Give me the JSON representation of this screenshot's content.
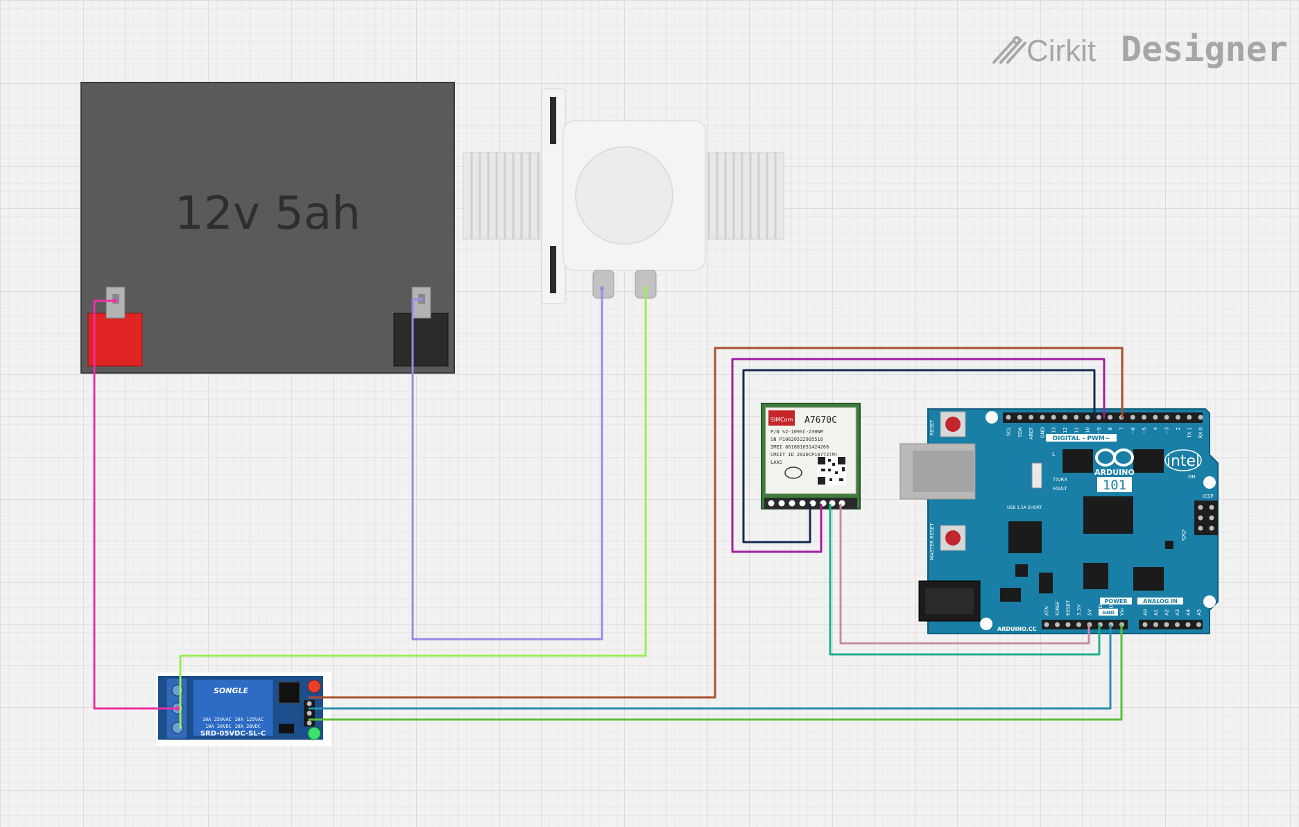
{
  "brand": {
    "name_part1": "Cirkit",
    "name_part2": "Designer"
  },
  "battery": {
    "label": "12v 5ah"
  },
  "gsm_module": {
    "model": "A7670C",
    "brand": "SIMCom",
    "pn_line": "P/N S2-109SC-Z30WM",
    "sn_line": "SN P10620522905516",
    "imei_line": "IMEI 861881051424266",
    "cmiit_line": "CMIIT ID 2020CP10772(M)",
    "variant": "LAAS"
  },
  "relay": {
    "brand": "SONGLE",
    "rating1": "10A 250VAC  10A 125VAC",
    "rating2": "10A  30VDC  10A  28VDC",
    "model": "SRD-05VDC-SL-C"
  },
  "arduino": {
    "brand_line": "ARDUINO",
    "model": "101",
    "site": "ARDUINO.CC",
    "chip_brand": "intel",
    "on_label": "ON",
    "digital_label": "DIGITAL - PWM~",
    "power_label": "POWER",
    "analog_label": "ANALOG IN",
    "icsp_label": "ICSP",
    "reset_label": "RESET",
    "master_reset_label": "MASTER RESET",
    "usb_label": "USB 1.5A SHORT",
    "txrx_label": "TX/RX",
    "fault_label": "FAULT",
    "l_label": "L",
    "gnd_label": "GND",
    "top_pins": [
      "SCL",
      "SDA",
      "AREF",
      "GND",
      "13",
      "12",
      "~11",
      "~10",
      "~9",
      "8",
      "7",
      "~6",
      "~5",
      "4",
      "~3",
      "2",
      "TX 1",
      "RX 0"
    ],
    "power_pins": [
      "ATN",
      "IOREF",
      "RESET",
      "3.3V",
      "5V",
      "GND",
      "GND",
      "Vin"
    ],
    "analog_pins": [
      "A0",
      "A1",
      "A2",
      "A3",
      "A4",
      "A5"
    ]
  },
  "colors": {
    "wire_pink": "#ee2ea4",
    "wire_lavender": "#9a8ae6",
    "wire_lime": "#99ee55",
    "wire_brown": "#a8512e",
    "wire_purple": "#a01e9e",
    "wire_navy": "#14294f",
    "wire_rose": "#c48e9e",
    "wire_teal": "#1fae8b",
    "wire_blue": "#2a8fb0",
    "wire_green": "#5cc03a",
    "arduino_board": "#1a7fa6",
    "battery_body": "#5a5a5a"
  }
}
